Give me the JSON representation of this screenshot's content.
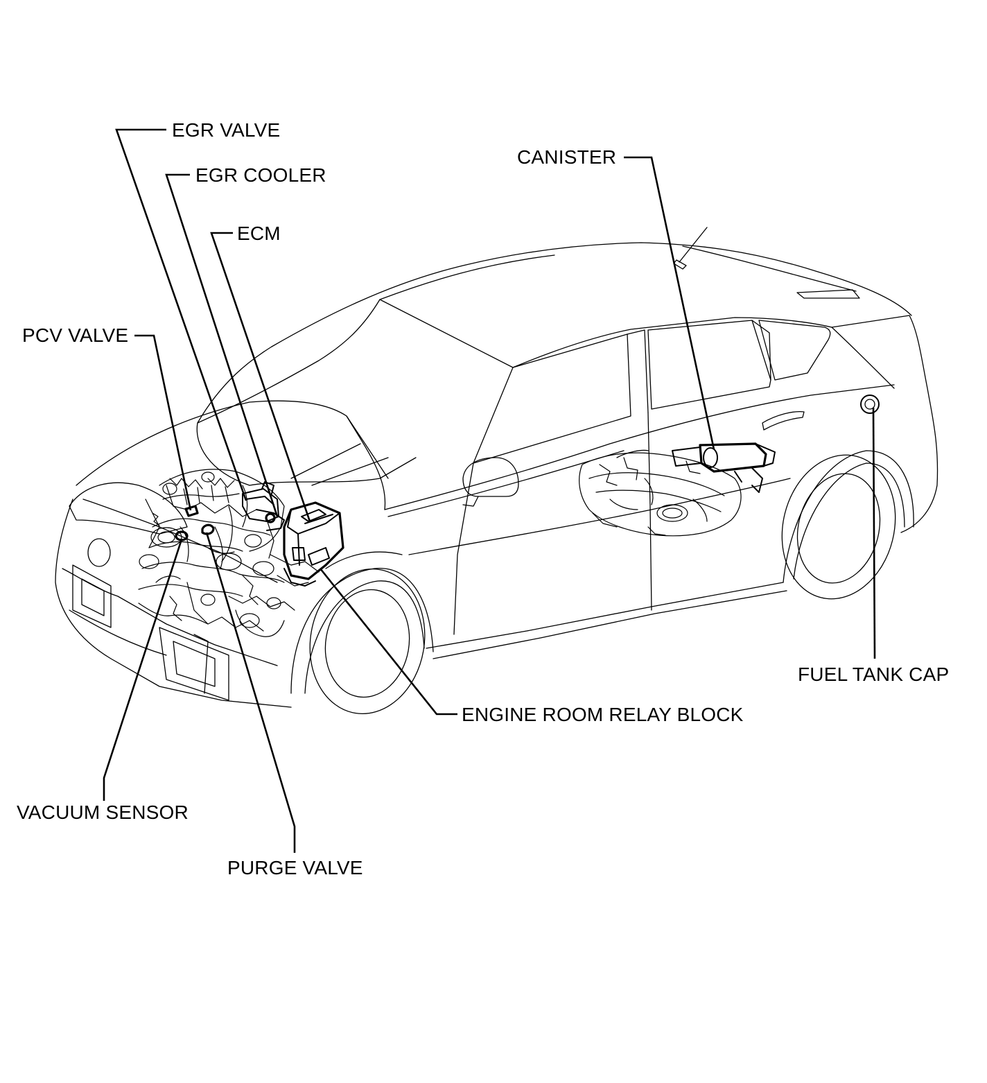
{
  "diagram": {
    "labels": {
      "egr_valve": "EGR VALVE",
      "egr_cooler": "EGR COOLER",
      "ecm": "ECM",
      "pcv_valve": "PCV VALVE",
      "canister": "CANISTER",
      "fuel_tank_cap": "FUEL TANK CAP",
      "engine_room_relay_block": "ENGINE ROOM RELAY BLOCK",
      "vacuum_sensor": "VACUUM SENSOR",
      "purge_valve": "PURGE VALVE"
    },
    "line_color": "#000000",
    "background_color": "#ffffff"
  }
}
